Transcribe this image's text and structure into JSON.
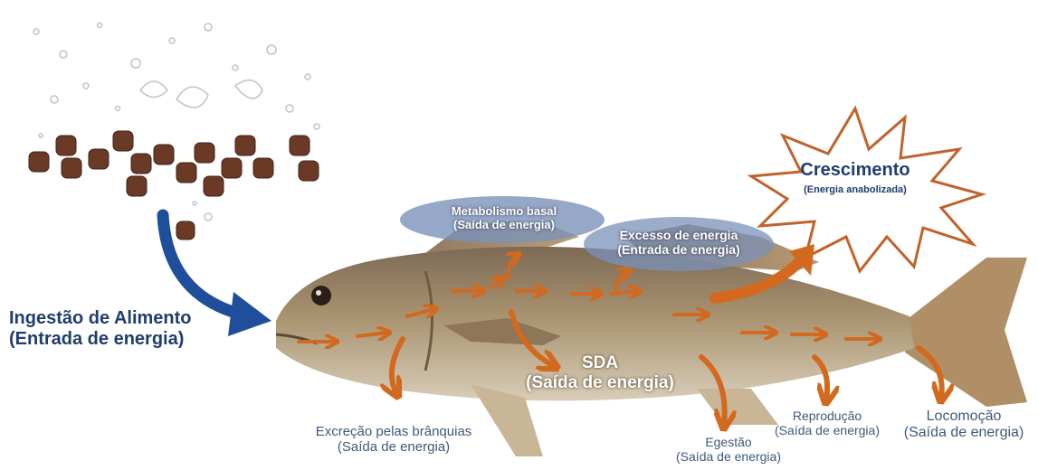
{
  "food_input": {
    "title": "Ingestão de Alimento",
    "subtitle": "(Entrada de energia)"
  },
  "metabolism": {
    "title": "Metabolismo basal",
    "subtitle": "(Saída de energia)"
  },
  "excess": {
    "title": "Excesso de energia",
    "subtitle": "(Entrada de energia)"
  },
  "growth": {
    "title": "Crescimento",
    "subtitle": "(Energia anabolizada)"
  },
  "sda": {
    "title": "SDA",
    "subtitle": "(Saída de energia)"
  },
  "outputs": {
    "gills": {
      "title": "Excreção pelas brânquias",
      "subtitle": "(Saída de energia)"
    },
    "egestion": {
      "title": "Egestão",
      "subtitle": "(Saída de energia)"
    },
    "reproduction": {
      "title": "Reprodução",
      "subtitle": "(Saída de energia)"
    },
    "locomotion": {
      "title": "Locomoção",
      "subtitle": "(Saída de energia)"
    }
  },
  "colors": {
    "arrow_orange": "#d2691e",
    "arrow_blue": "#1f4e9a",
    "label_navy": "#1f3d6e",
    "ellipse_blue": "#7b92b9",
    "fish_body": "#a89070"
  }
}
